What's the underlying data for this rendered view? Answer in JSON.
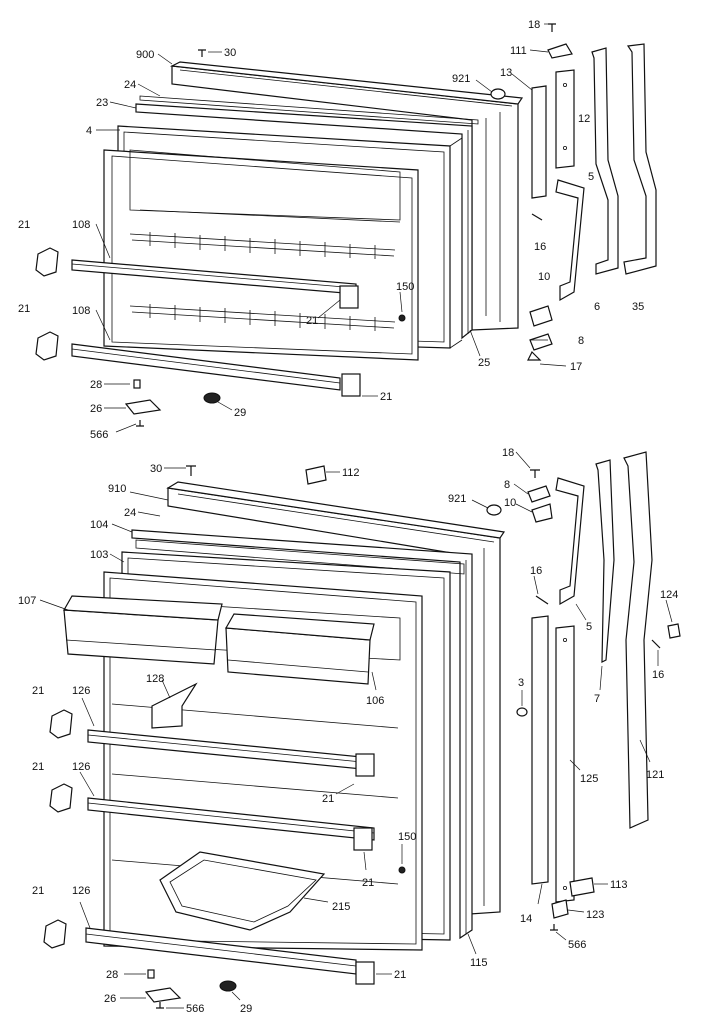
{
  "upper_door": {
    "labels": [
      {
        "id": "p18a",
        "text": "18"
      },
      {
        "id": "p900",
        "text": "900"
      },
      {
        "id": "p30a",
        "text": "30"
      },
      {
        "id": "p111",
        "text": "111"
      },
      {
        "id": "p24a",
        "text": "24"
      },
      {
        "id": "p921a",
        "text": "921"
      },
      {
        "id": "p13",
        "text": "13"
      },
      {
        "id": "p23",
        "text": "23"
      },
      {
        "id": "p12",
        "text": "12"
      },
      {
        "id": "p4",
        "text": "4"
      },
      {
        "id": "p5a",
        "text": "5"
      },
      {
        "id": "p21a",
        "text": "21"
      },
      {
        "id": "p108a",
        "text": "108"
      },
      {
        "id": "p16a",
        "text": "16"
      },
      {
        "id": "p10a",
        "text": "10"
      },
      {
        "id": "p6",
        "text": "6"
      },
      {
        "id": "p35",
        "text": "35"
      },
      {
        "id": "p150a",
        "text": "150"
      },
      {
        "id": "p21b",
        "text": "21"
      },
      {
        "id": "p21c",
        "text": "21"
      },
      {
        "id": "p108b",
        "text": "108"
      },
      {
        "id": "p8a",
        "text": "8"
      },
      {
        "id": "p25",
        "text": "25"
      },
      {
        "id": "p17",
        "text": "17"
      },
      {
        "id": "p28a",
        "text": "28"
      },
      {
        "id": "p21d",
        "text": "21"
      },
      {
        "id": "p26a",
        "text": "26"
      },
      {
        "id": "p29a",
        "text": "29"
      },
      {
        "id": "p566a",
        "text": "566"
      }
    ]
  },
  "lower_door": {
    "labels": [
      {
        "id": "q30",
        "text": "30"
      },
      {
        "id": "q112",
        "text": "112"
      },
      {
        "id": "q18",
        "text": "18"
      },
      {
        "id": "q8",
        "text": "8"
      },
      {
        "id": "q910",
        "text": "910"
      },
      {
        "id": "q921",
        "text": "921"
      },
      {
        "id": "q10",
        "text": "10"
      },
      {
        "id": "q24",
        "text": "24"
      },
      {
        "id": "q104",
        "text": "104"
      },
      {
        "id": "q103",
        "text": "103"
      },
      {
        "id": "q16a",
        "text": "16"
      },
      {
        "id": "q107",
        "text": "107"
      },
      {
        "id": "q5",
        "text": "5"
      },
      {
        "id": "q124",
        "text": "124"
      },
      {
        "id": "q16b",
        "text": "16"
      },
      {
        "id": "q128",
        "text": "128"
      },
      {
        "id": "q7",
        "text": "7"
      },
      {
        "id": "q106",
        "text": "106"
      },
      {
        "id": "q21a",
        "text": "21"
      },
      {
        "id": "q126a",
        "text": "126"
      },
      {
        "id": "q3",
        "text": "3"
      },
      {
        "id": "q125",
        "text": "125"
      },
      {
        "id": "q121",
        "text": "121"
      },
      {
        "id": "q21b",
        "text": "21"
      },
      {
        "id": "q126b",
        "text": "126"
      },
      {
        "id": "q21c",
        "text": "21"
      },
      {
        "id": "q150",
        "text": "150"
      },
      {
        "id": "q21d",
        "text": "21"
      },
      {
        "id": "q21e",
        "text": "21"
      },
      {
        "id": "q126c",
        "text": "126"
      },
      {
        "id": "q215",
        "text": "215"
      },
      {
        "id": "q113",
        "text": "113"
      },
      {
        "id": "q123",
        "text": "123"
      },
      {
        "id": "q14",
        "text": "14"
      },
      {
        "id": "q566b",
        "text": "566"
      },
      {
        "id": "q115",
        "text": "115"
      },
      {
        "id": "q28",
        "text": "28"
      },
      {
        "id": "q21f",
        "text": "21"
      },
      {
        "id": "q26",
        "text": "26"
      },
      {
        "id": "q566c",
        "text": "566"
      },
      {
        "id": "q29",
        "text": "29"
      }
    ]
  }
}
